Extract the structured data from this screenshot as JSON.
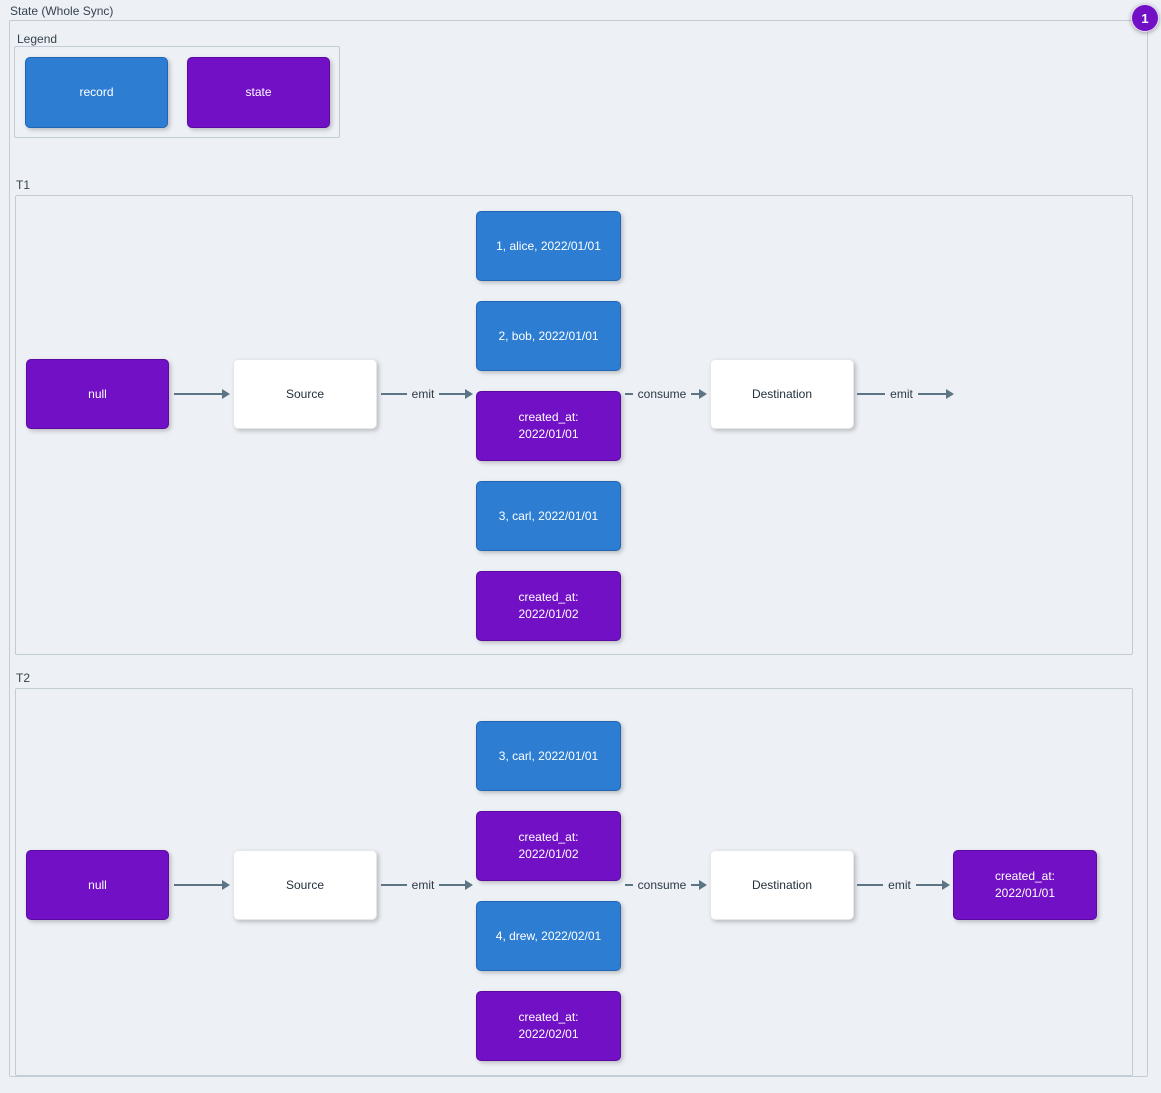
{
  "page": {
    "title": "State (Whole Sync)",
    "badge": "1"
  },
  "colors": {
    "record_fill": "#2d7ed3",
    "state_fill": "#7110c4",
    "arrow": "#5c7585",
    "background": "#edf0f5"
  },
  "legend": {
    "title": "Legend",
    "items": [
      {
        "label": "record",
        "type": "record"
      },
      {
        "label": "state",
        "type": "state"
      }
    ]
  },
  "sections": [
    {
      "title": "T1",
      "null_node": "null",
      "source": "Source",
      "destination": "Destination",
      "edges": {
        "source_emit": "emit",
        "consume": "consume",
        "destination_emit": "emit"
      },
      "messages": [
        {
          "type": "record",
          "text": "1, alice, 2022/01/01"
        },
        {
          "type": "record",
          "text": "2, bob, 2022/01/01"
        },
        {
          "type": "state",
          "text": "created_at:\n2022/01/01"
        },
        {
          "type": "record",
          "text": "3, carl, 2022/01/01"
        },
        {
          "type": "state",
          "text": "created_at:\n2022/01/02"
        }
      ]
    },
    {
      "title": "T2",
      "null_node": "null",
      "source": "Source",
      "destination": "Destination",
      "edges": {
        "source_emit": "emit",
        "consume": "consume",
        "destination_emit": "emit"
      },
      "messages": [
        {
          "type": "record",
          "text": "3, carl, 2022/01/01"
        },
        {
          "type": "state",
          "text": "created_at:\n2022/01/02"
        },
        {
          "type": "record",
          "text": "4, drew, 2022/02/01"
        },
        {
          "type": "state",
          "text": "created_at:\n2022/02/01"
        }
      ],
      "output": {
        "type": "state",
        "text": "created_at:\n2022/01/01"
      }
    }
  ]
}
